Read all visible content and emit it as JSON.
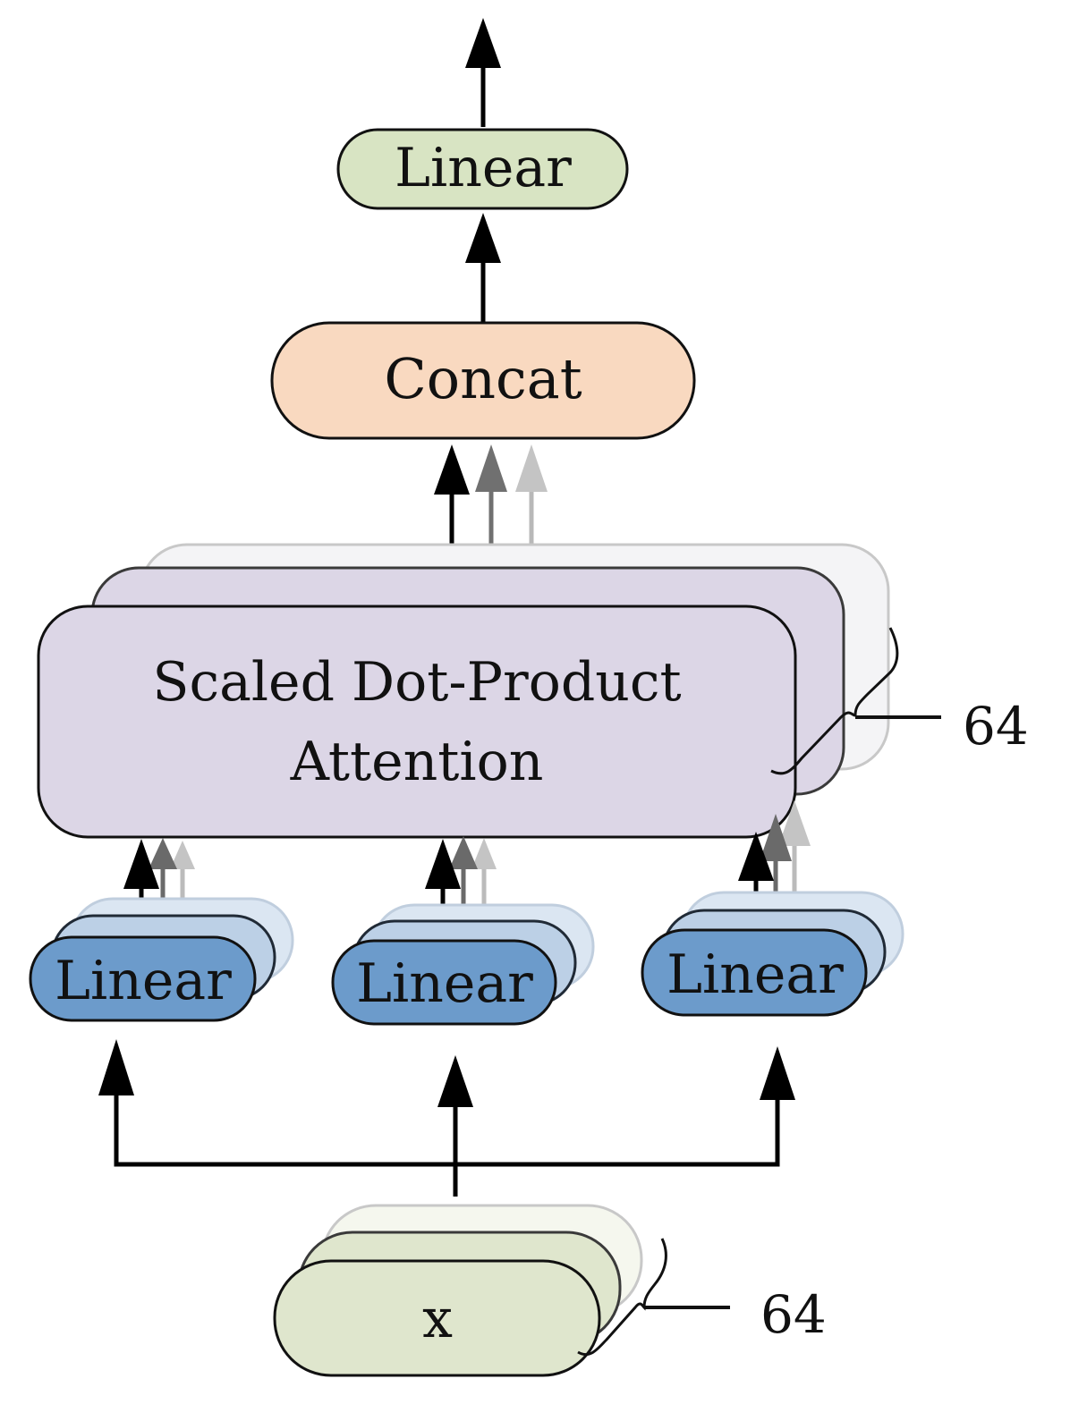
{
  "nodes": {
    "linear_top": "Linear",
    "concat": "Concat",
    "attention_line1": "Scaled Dot-Product",
    "attention_line2": "Attention",
    "linear_q": "Linear",
    "linear_k": "Linear",
    "linear_v": "Linear",
    "input": "x"
  },
  "annotations": {
    "heads_count": "64",
    "input_count": "64"
  },
  "colors": {
    "linear_top_fill": "#d8e4c3",
    "concat_fill": "#f9d9c0",
    "attention_fill": "#dcd6e6",
    "linear_qkv_fill": "#6c9bcb",
    "input_fill": "#dfe6cd",
    "stroke": "#111111"
  }
}
